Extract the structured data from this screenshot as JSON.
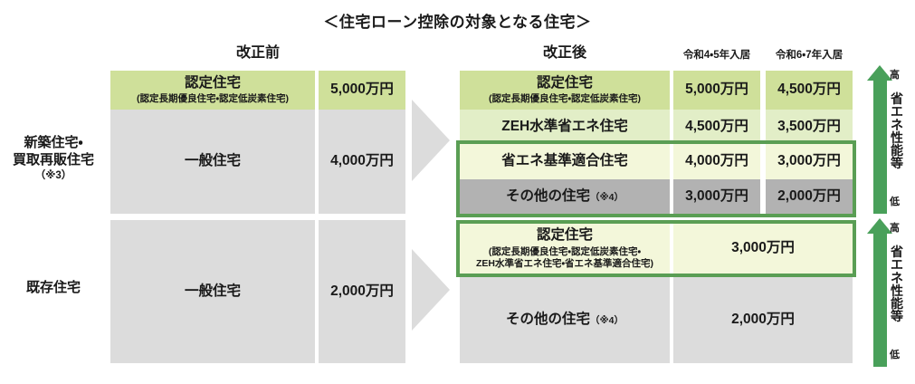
{
  "title": "＜住宅ローン控除の対象となる住宅＞",
  "captions": {
    "before": "改正前",
    "after": "改正後",
    "col_reiwa45": "令和4・5年入居",
    "col_reiwa67": "令和6・7年入居"
  },
  "row_labels": {
    "new_main_line1": "新築住宅・",
    "new_main_line2": "買取再販住宅",
    "new_note": "（※3）",
    "existing": "既存住宅"
  },
  "before": {
    "new_housing": [
      {
        "name": "認定住宅",
        "sub": "(認定長期優良住宅・認定低炭素住宅)",
        "amount": "5,000万円",
        "tone": "green"
      },
      {
        "name": "一般住宅",
        "sub": "",
        "amount": "4,000万円",
        "tone": "gray"
      }
    ],
    "existing_housing": [
      {
        "name": "一般住宅",
        "sub": "",
        "amount": "2,000万円",
        "tone": "gray"
      }
    ]
  },
  "after": {
    "new_housing": [
      {
        "name": "認定住宅",
        "sub": "(認定長期優良住宅・認定低炭素住宅)",
        "amount_45": "5,000万円",
        "amount_67": "4,500万円",
        "tone": "green"
      },
      {
        "name": "ZEH水準省エネ住宅",
        "sub": "",
        "amount_45": "4,500万円",
        "amount_67": "3,500万円",
        "tone": "green2"
      },
      {
        "name": "省エネ基準適合住宅",
        "sub": "",
        "amount_45": "4,000万円",
        "amount_67": "3,000万円",
        "tone": "pale"
      },
      {
        "name": "その他の住宅",
        "note": "（※4）",
        "sub": "",
        "amount_45": "3,000万円",
        "amount_67": "2,000万円",
        "tone": "gray2"
      }
    ],
    "existing_housing": [
      {
        "name": "認定住宅",
        "sub_line1": "(認定長期優良住宅・認定低炭素住宅・",
        "sub_line2": "ZEH水準省エネ住宅・省エネ基準適合住宅)",
        "amount": "3,000万円",
        "tone": "pale-green"
      },
      {
        "name": "その他の住宅",
        "note": "（※4）",
        "amount": "2,000万円",
        "tone": "gray"
      }
    ]
  },
  "performance_arrows": [
    {
      "high": "高",
      "label": "省エネ性能等",
      "low": "低"
    },
    {
      "high": "高",
      "label": "省エネ性能等",
      "low": "低"
    }
  ],
  "colors": {
    "green_dark": "#cfe09a",
    "green_mid": "#e2eec7",
    "green_pale": "#f3f7da",
    "gray_light": "#dcdcdc",
    "gray_mid": "#b2b2b2",
    "outline_green": "#5a9e54",
    "arrow_green": "#49a05a"
  }
}
